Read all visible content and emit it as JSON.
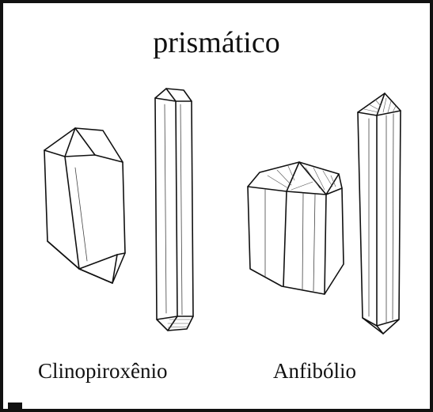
{
  "title": "prismático",
  "labels": {
    "left": "Clinopiroxênio",
    "right": "Anfibólio"
  }
}
